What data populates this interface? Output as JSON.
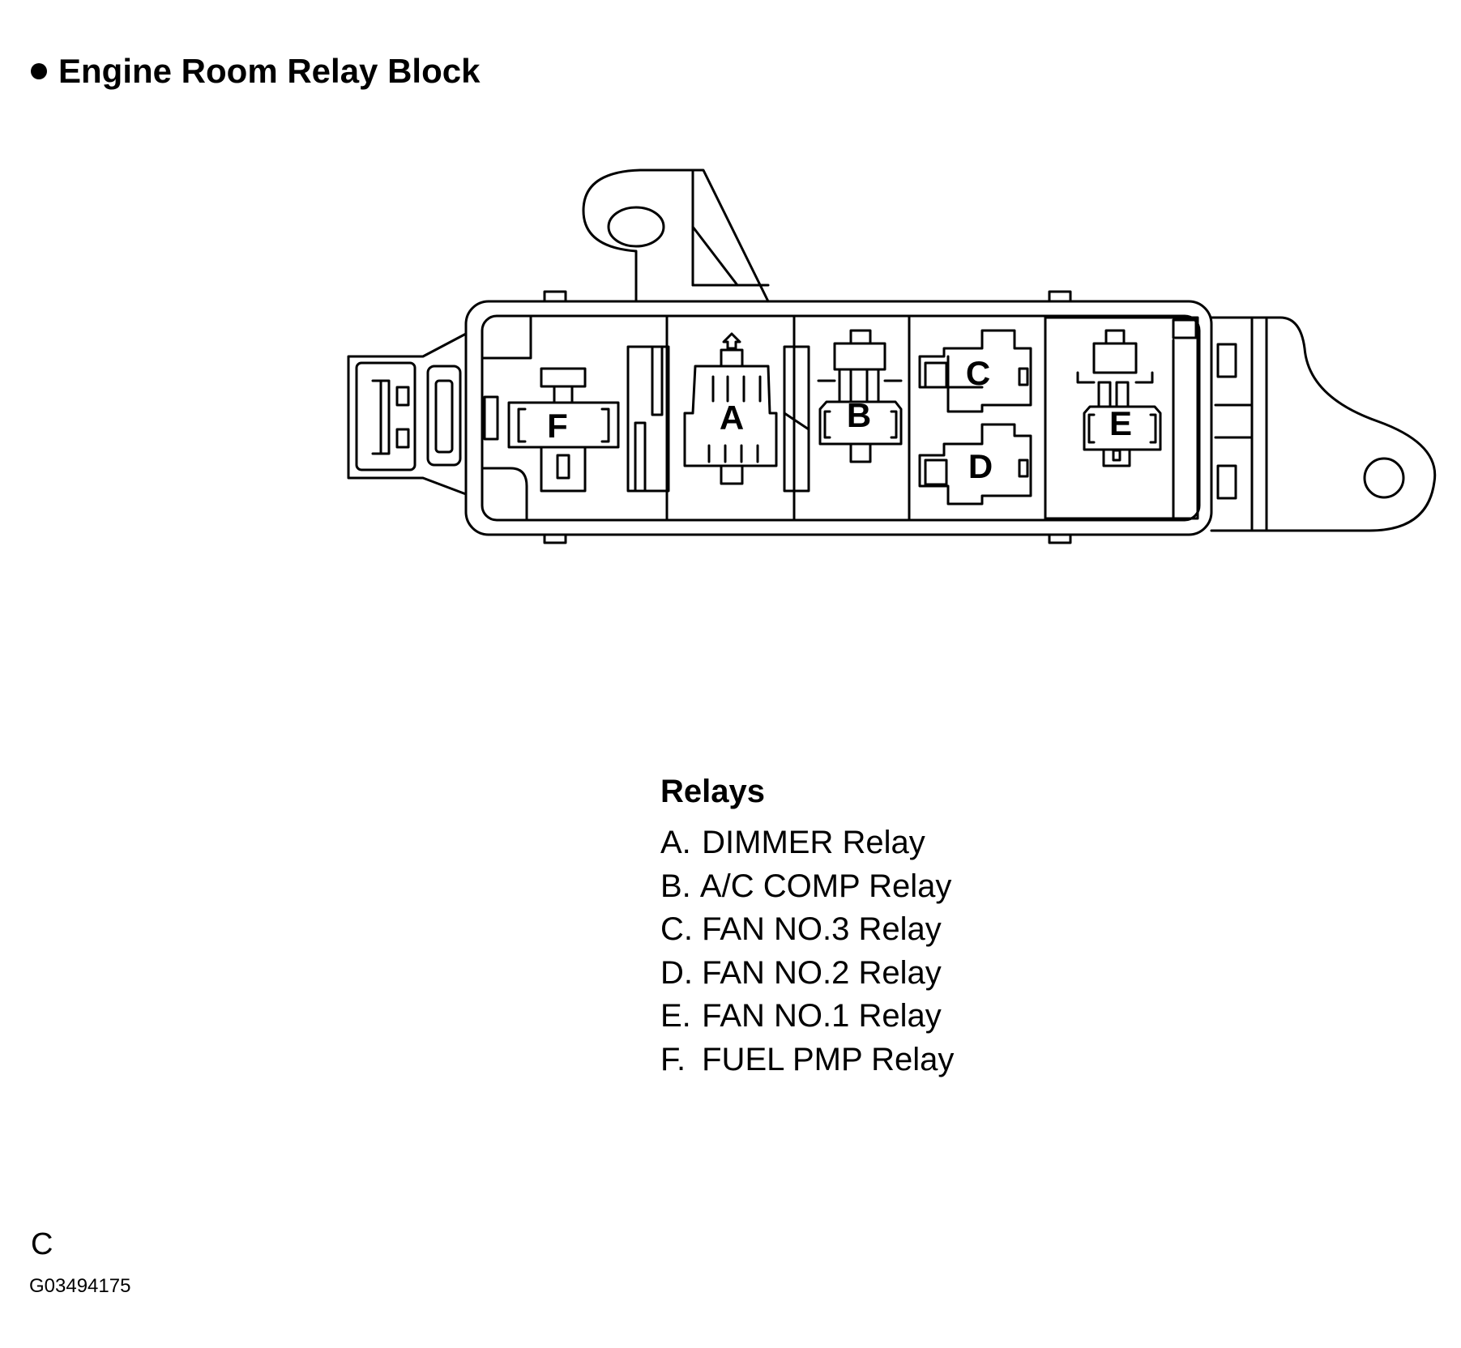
{
  "heading": "Engine Room Relay Block",
  "slot_labels": {
    "a": "A",
    "b": "B",
    "c": "C",
    "d": "D",
    "e": "E",
    "f": "F"
  },
  "legend": {
    "title": "Relays",
    "items": [
      {
        "key": "A.",
        "name": "DIMMER Relay"
      },
      {
        "key": "B.",
        "name": "A/C COMP Relay"
      },
      {
        "key": "C.",
        "name": "FAN NO.3 Relay"
      },
      {
        "key": "D.",
        "name": "FAN NO.2 Relay"
      },
      {
        "key": "E.",
        "name": "FAN NO.1 Relay"
      },
      {
        "key": "F.",
        "name": "FUEL PMP Relay"
      }
    ]
  },
  "footer": {
    "letter": "C",
    "code": "G03494175"
  }
}
